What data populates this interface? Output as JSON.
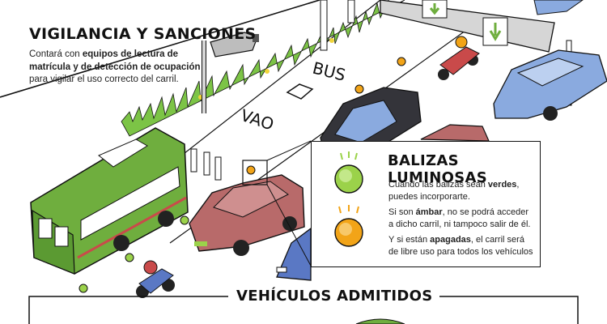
{
  "road": {
    "lane_text_bus": "BUS",
    "lane_text_vao": "VAO"
  },
  "vigilancia": {
    "title": "VIGILANCIA Y SANCIONES",
    "body_pre": "Contará con ",
    "body_bold": "equipos de lectura de matrícula y de detección de ocupación",
    "body_post": " para vigilar el uso correcto del carril."
  },
  "balizas": {
    "title": "BALIZAS LUMINOSAS",
    "green_pre": "Cuando las balizas sean ",
    "green_bold": "verdes",
    "green_post": ", puedes incorporarte.",
    "amber_pre": "Si son ",
    "amber_bold": "ámbar",
    "amber_post": ", no se podrá acceder a dicho carril, ni tampoco salir de él.",
    "off_pre": "Y si están ",
    "off_bold": "apagadas",
    "off_post": ", el carril será de libre uso para todos los vehículos"
  },
  "vehiculos": {
    "title": "VEHÍCULOS ADMITIDOS"
  },
  "colors": {
    "bus_green": "#6fae3e",
    "car_red": "#b86a6a",
    "car_blue": "#8aaadf",
    "car_dark": "#34343a",
    "beacon_green": "#9bd24a",
    "beacon_amber": "#f2a418",
    "grass": "#7cc446",
    "sign_gray": "#d6d6d6"
  }
}
